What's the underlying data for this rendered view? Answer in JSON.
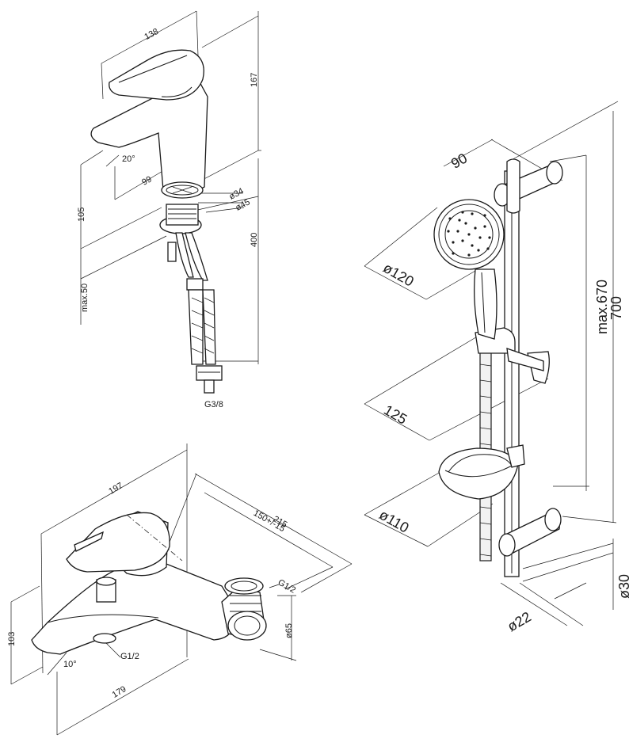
{
  "basin_mixer": {
    "dims": {
      "width_138": "138",
      "height_167": "167",
      "angle_20": "20°",
      "reach_99": "99",
      "dia_34": "ø34",
      "dia_45": "ø45",
      "height_105": "105",
      "hose_400": "400",
      "max_50": "max.50",
      "thread_g38": "G3/8"
    }
  },
  "bath_mixer": {
    "dims": {
      "width_197": "197",
      "depth_215": "215",
      "centers_150": "150+/-15",
      "thread_g12_inlet": "G1/2",
      "dia_65": "ø65",
      "height_103": "103",
      "angle_10": "10°",
      "thread_g12_outlet": "G1/2",
      "length_179": "179"
    }
  },
  "shower_set": {
    "dims": {
      "offset_90": "90",
      "head_dia_120": "ø120",
      "holder_125": "125",
      "dish_dia_110": "ø110",
      "rail_max_670": "max.670",
      "total_700": "700",
      "rod_dia_30": "ø30",
      "rod_dia_22": "ø22"
    }
  }
}
